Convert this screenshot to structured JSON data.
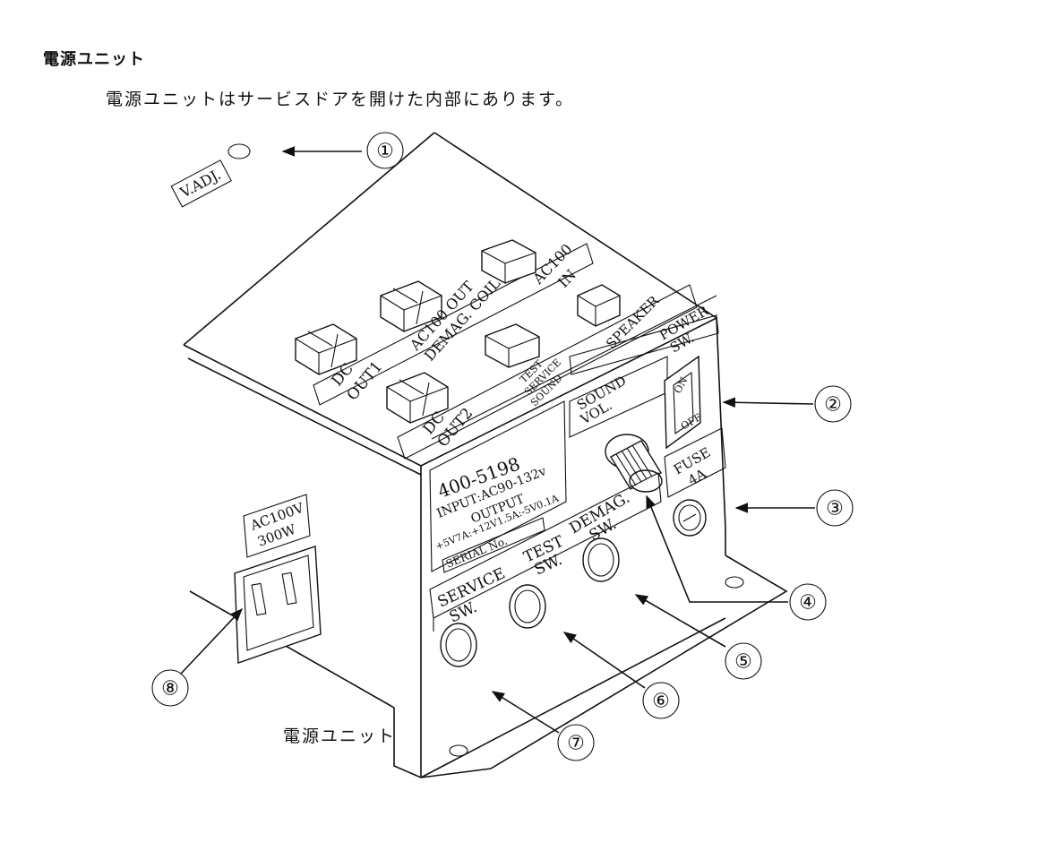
{
  "heading": "電源ユニット",
  "intro": "電源ユニットはサービスドアを開けた内部にあります。",
  "caption": "電源ユニット",
  "labels": {
    "v_adj": "V.ADJ.",
    "dc_out1_a": "DC",
    "dc_out1_b": "OUT1",
    "ac100_out": "AC100 OUT",
    "demag_coil": "DEMAG. COIL",
    "ac100_in_a": "AC100",
    "ac100_in_b": "IN",
    "dc_out2_a": "DC",
    "dc_out2_b": "OUT2",
    "test_service_sound_a": "TEST",
    "test_service_sound_b": "SERVICE",
    "test_service_sound_c": "SOUND",
    "speaker": "SPEAKER",
    "power_sw_a": "POWER",
    "power_sw_b": "SW.",
    "on": "ON",
    "off": "OFF",
    "sound_vol_a": "SOUND",
    "sound_vol_b": "VOL.",
    "fuse_a": "FUSE",
    "fuse_b": "4A",
    "model": "400-5198",
    "input": "INPUT:AC90-132v",
    "output": "OUTPUT",
    "output_values": "+5V7A:+12V1.5A:-5V0.1A",
    "serial": "SERIAL No.",
    "service_sw_a": "SERVICE",
    "service_sw_b": "SW.",
    "test_sw_a": "TEST",
    "test_sw_b": "SW.",
    "demag_sw_a": "DEMAG.",
    "demag_sw_b": "SW.",
    "ac100v": "AC100V",
    "watt": "300W"
  },
  "callouts": [
    "①",
    "②",
    "③",
    "④",
    "⑤",
    "⑥",
    "⑦",
    "⑧"
  ]
}
